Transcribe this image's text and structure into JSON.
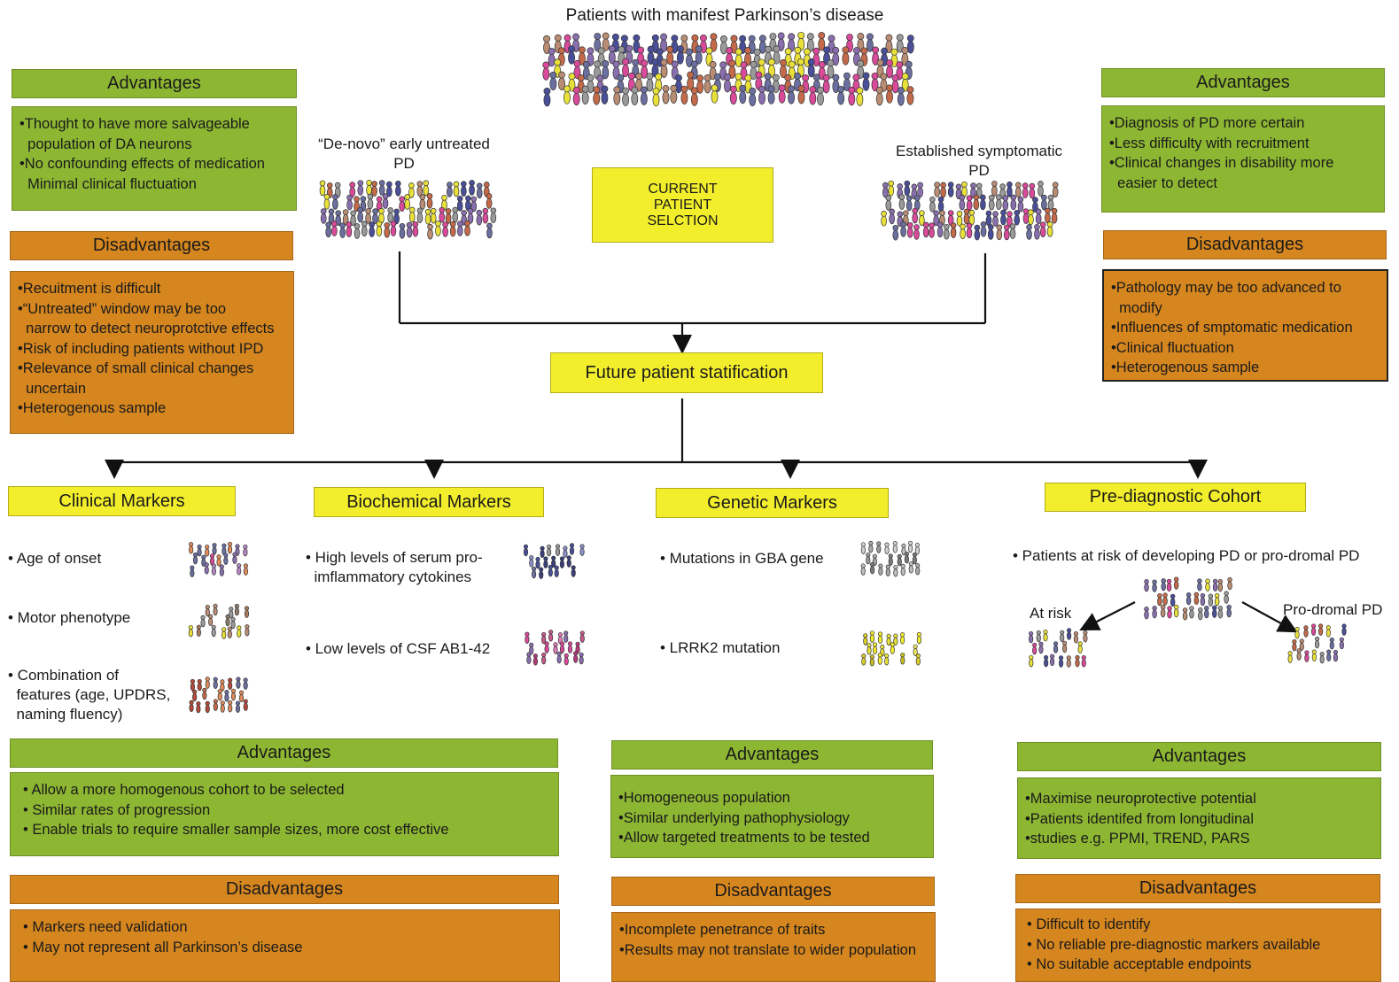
{
  "title": "Patients with manifest Parkinson’s disease",
  "center_box": "CURRENT PATIENT SELCTION",
  "future_box": "Future patient statification",
  "colors": {
    "advantage": "#8db733",
    "disadvantage": "#d6861f",
    "highlight": "#f3ee2c",
    "people": [
      "#8a6fae",
      "#d94a9a",
      "#4a4f99",
      "#e9e13a",
      "#c46a4a",
      "#9a9a9a",
      "#b98c74",
      "#6b6f9f"
    ]
  },
  "left_group": {
    "label": "“De-novo” early untreated PD",
    "advantages_title": "Advantages",
    "advantages": [
      "•Thought to have more salvageable",
      "  population of DA neurons",
      "•No confounding effects of medication",
      "  Minimal clinical fluctuation"
    ],
    "disadvantages_title": "Disadvantages",
    "disadvantages": [
      "•Recuitment is difficult",
      "•“Untreated” window may be too",
      "  narrow to detect neuroprotctive effects",
      "•Risk of including patients without IPD",
      "•Relevance of small clinical changes",
      "  uncertain",
      "•Heterogenous sample"
    ]
  },
  "right_group": {
    "label": "Established symptomatic PD",
    "advantages_title": "Advantages",
    "advantages": [
      "•Diagnosis of PD more certain",
      "•Less difficulty with recruitment",
      "•Clinical changes in disability more",
      "  easier to detect"
    ],
    "disadvantages_title": "Disadvantages",
    "disadvantages": [
      "•Pathology may be too advanced to",
      "  modify",
      "•Influences of smptomatic medication",
      "•Clinical fluctuation",
      "•Heterogenous sample"
    ]
  },
  "markers": {
    "clinical": {
      "title": "Clinical Markers",
      "items": [
        "• Age of onset",
        "• Motor phenotype",
        "• Combination of\n  features (age, UPDRS,\n  naming fluency)"
      ]
    },
    "biochemical": {
      "title": "Biochemical Markers",
      "items": [
        "• High levels of serum pro-\n  imflammatory cytokines",
        "• Low levels of CSF AB1-42"
      ]
    },
    "genetic": {
      "title": "Genetic Markers",
      "items": [
        "• Mutations in GBA gene",
        "• LRRK2 mutation"
      ]
    },
    "prediagnostic": {
      "title": "Pre-diagnostic Cohort",
      "items": [
        "• Patients at risk of developing PD or pro-dromal PD"
      ],
      "at_risk": "At risk",
      "prodromal": "Pro-dromal PD"
    }
  },
  "bottom": {
    "clinical_bio": {
      "advantages_title": "Advantages",
      "advantages": [
        "• Allow a more homogenous cohort to be selected",
        "• Similar rates of progression",
        "• Enable trials to require smaller sample sizes, more cost effective"
      ],
      "disadvantages_title": "Disadvantages",
      "disadvantages": [
        "• Markers need validation",
        "• May not represent all Parkinson’s disease"
      ]
    },
    "genetic": {
      "advantages_title": "Advantages",
      "advantages": [
        "•Homogeneous population",
        "•Similar underlying pathophysiology",
        "•Allow targeted treatments to be tested"
      ],
      "disadvantages_title": "Disadvantages",
      "disadvantages": [
        "•Incomplete penetrance of traits",
        "•Results may not translate to wider population"
      ]
    },
    "prediagnostic": {
      "advantages_title": "Advantages",
      "advantages": [
        "•Maximise neuroprotective potential",
        "•Patients identifed from longitudinal",
        "•studies e.g. PPMI, TREND, PARS"
      ],
      "disadvantages_title": "Disadvantages",
      "disadvantages": [
        "• Difficult to identify",
        "• No reliable pre-diagnostic markers available",
        "• No suitable acceptable endpoints"
      ]
    }
  }
}
